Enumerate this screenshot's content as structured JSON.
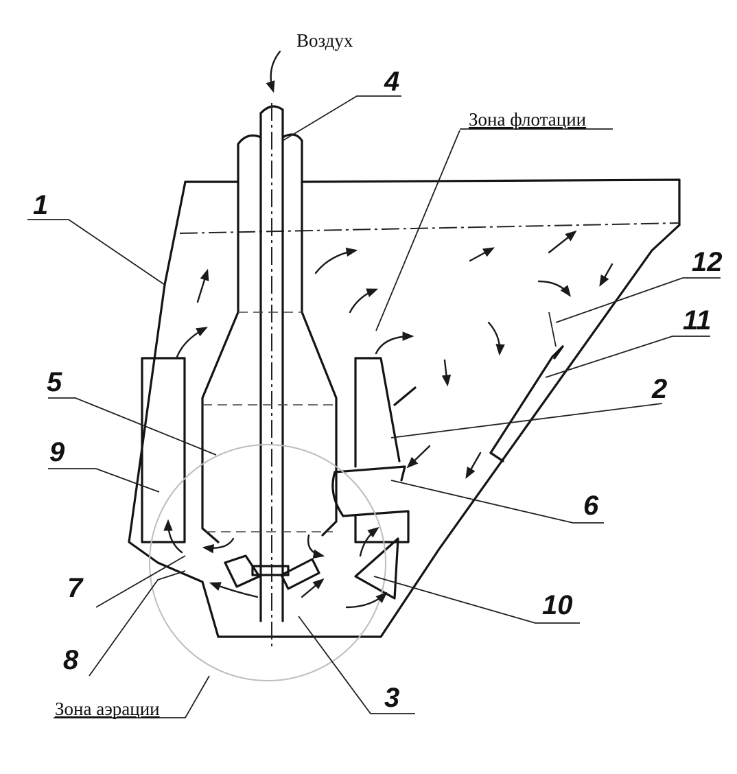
{
  "labels": {
    "air": "Воздух",
    "flotation_zone": "Зона флотации",
    "aeration_zone": "Зона аэрации"
  },
  "numbers": {
    "n1": "1",
    "n2": "2",
    "n3": "3",
    "n4": "4",
    "n5": "5",
    "n6": "6",
    "n7": "7",
    "n8": "8",
    "n9": "9",
    "n10": "10",
    "n11": "11",
    "n12": "12"
  },
  "colors": {
    "ink": "#141414",
    "background": "#ffffff",
    "zone_circle": "#bdbdbd"
  }
}
